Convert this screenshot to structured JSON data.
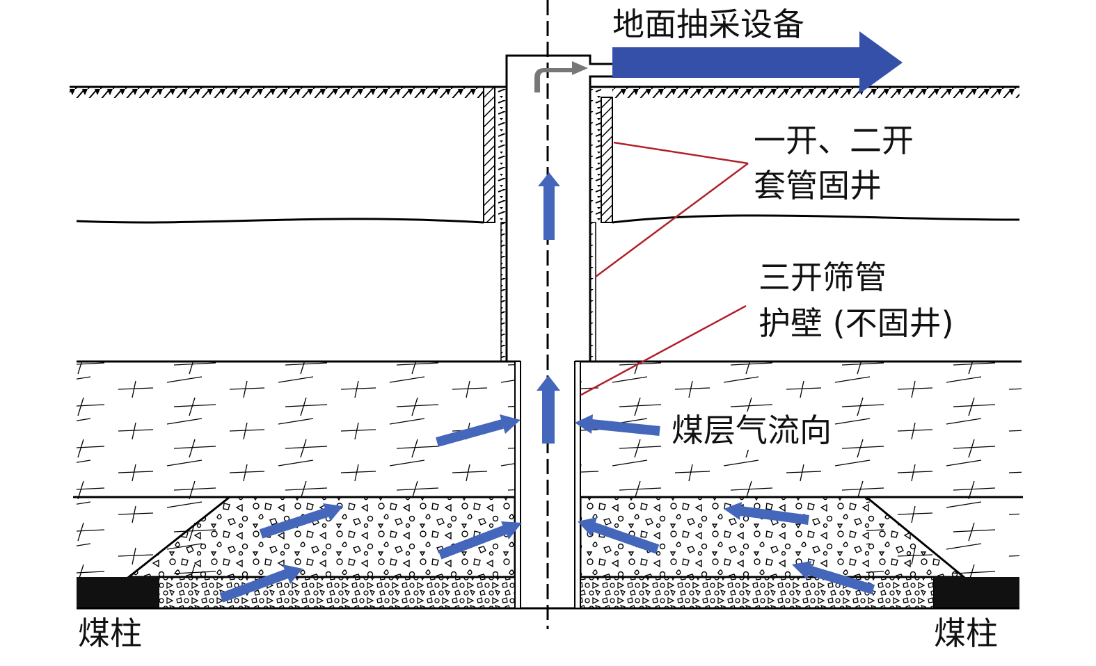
{
  "labels": {
    "surface_equipment": "地面抽采设备",
    "casing_line1": "一开、二开",
    "casing_line2": "套管固井",
    "screen_line1": "三开筛管",
    "screen_line2": "护壁 (不固井)",
    "gas_flow": "煤层气流向",
    "coal_pillar_left": "煤柱",
    "coal_pillar_right": "煤柱"
  },
  "colors": {
    "flow_arrow": "#3b5fb0",
    "leader_line": "#b0202a",
    "turn_arrow": "#777777"
  }
}
